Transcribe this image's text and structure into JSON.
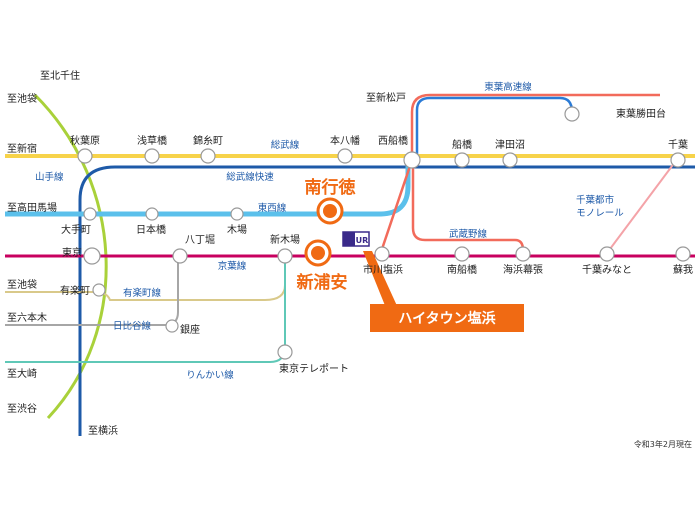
{
  "colors": {
    "yamanote": "#a9d13a",
    "keiyo": "#c8005f",
    "sobu": "#f7d34a",
    "sobu_rapid": "#1e5aa8",
    "tozai": "#5bc0eb",
    "musashino": "#f26b5b",
    "toyo": "#2b7bd6",
    "monorail": "#f4a3a8",
    "yurakucho": "#d9c98a",
    "hibiya": "#a6a6a6",
    "rinkai": "#5fc8b7",
    "highlight": "#f06a13",
    "ur_logo": "#3a2a8a"
  },
  "directions": {
    "kitasenju": "至北千住",
    "ikebukuro1": "至池袋",
    "shinjuku": "至新宿",
    "takadanobaba": "至高田馬場",
    "ikebukuro2": "至池袋",
    "roppongi": "至六本木",
    "osaki": "至大崎",
    "shibuya": "至渋谷",
    "yokohama": "至横浜",
    "shinmatsudo": "至新松戸"
  },
  "stations": {
    "akihabara": "秋葉原",
    "asakusabashi": "浅草橋",
    "kinshicho": "錦糸町",
    "motoyawata": "本八幡",
    "nishifunabashi": "西船橋",
    "funabashi": "船橋",
    "tsudanuma": "津田沼",
    "chiba": "千葉",
    "otemachi": "大手町",
    "nihonbashi": "日本橋",
    "kiba": "木場",
    "tokyo": "東京",
    "hatchobori": "八丁堀",
    "shinkiba": "新木場",
    "ichikawashiohama": "市川塩浜",
    "minamifunabashi": "南船橋",
    "kaihinmakuhari": "海浜幕張",
    "chibaminato": "千葉みなと",
    "soga": "蘇我",
    "yurakucho": "有楽町",
    "ginza": "銀座",
    "tokyoteleport": "東京テレポート",
    "tobukatsutadai": "東葉勝田台"
  },
  "lines": {
    "yamanote": "山手線",
    "sobu": "総武線",
    "sobu_rapid": "総武線快速",
    "tozai": "東西線",
    "keiyo": "京葉線",
    "yurakucho": "有楽町線",
    "hibiya": "日比谷線",
    "rinkai": "りんかい線",
    "musashino": "武蔵野線",
    "toyo": "東葉高速線",
    "monorail_1": "千葉都市",
    "monorail_2": "モノレール"
  },
  "highlights": {
    "minamigyotoku": "南行徳",
    "shinurayasu": "新浦安",
    "hightown": "ハイタウン塩浜"
  },
  "logo_text": "UR",
  "note": "令和3年2月現在"
}
